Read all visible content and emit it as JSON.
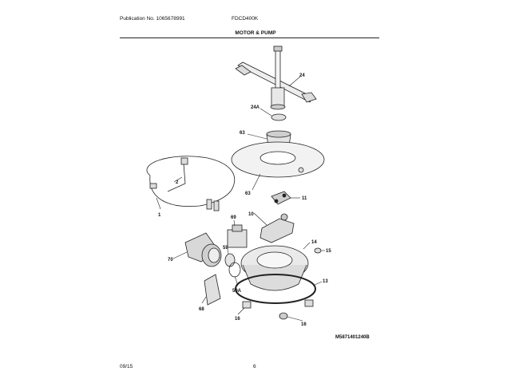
{
  "header": {
    "publication": "Publication No. 1065678991",
    "model": "FDCD400K"
  },
  "title": "MOTOR & PUMP",
  "diagram_code": "M5871401240B",
  "callouts": [
    "24",
    "24A",
    "63",
    "63",
    "11",
    "2",
    "1",
    "10",
    "69",
    "14",
    "15",
    "70",
    "59",
    "59A",
    "13",
    "68",
    "16",
    "16"
  ],
  "footer": {
    "date": "09/15",
    "page": "6"
  }
}
